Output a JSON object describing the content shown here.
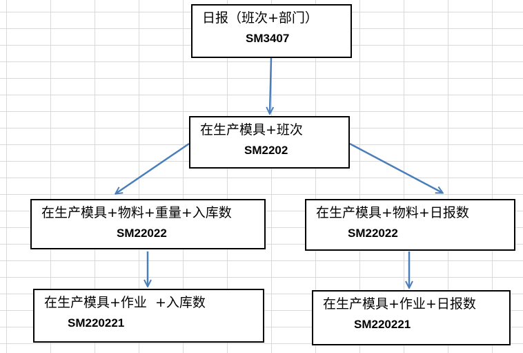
{
  "nodes": {
    "root": {
      "title": "日报（班次+部门）",
      "code": "SM3407"
    },
    "mid": {
      "title": "在生产模具+班次",
      "code": "SM2202"
    },
    "left": {
      "title": "在生产模具+物料+重量+入库数",
      "code": "SM22022"
    },
    "right": {
      "title": "在生产模具+物料+日报数",
      "code": "SM22022"
    },
    "left_child": {
      "title": "在生产模具+作业  +入库数",
      "code": "SM220221"
    },
    "right_child": {
      "title": "在生产模具+作业+日报数",
      "code": "SM220221"
    }
  },
  "edges": [
    {
      "from": "root",
      "to": "mid"
    },
    {
      "from": "mid",
      "to": "left"
    },
    {
      "from": "mid",
      "to": "right"
    },
    {
      "from": "left",
      "to": "left_child"
    },
    {
      "from": "right",
      "to": "right_child"
    }
  ],
  "colors": {
    "arrow": "#4a7ebb",
    "border": "#000000"
  }
}
